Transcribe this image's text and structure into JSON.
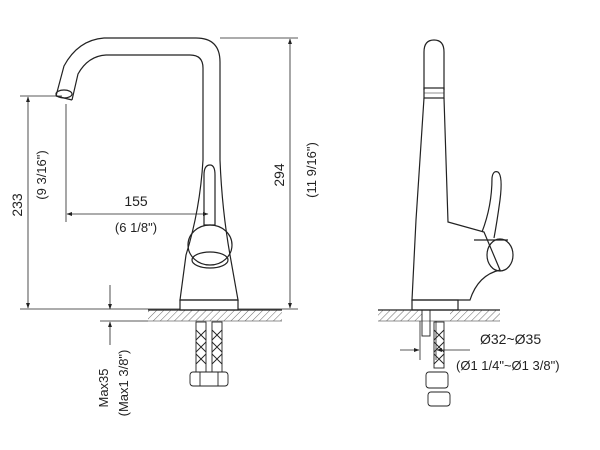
{
  "front_view": {
    "dim_height_spout": {
      "mm": "233",
      "inch": "(9 3/16\")"
    },
    "dim_reach": {
      "mm": "155",
      "inch": "(6 1/8\")"
    },
    "dim_total_height": {
      "mm": "294",
      "inch": "(11 9/16\")"
    },
    "dim_deck_thickness": {
      "mm": "Max35",
      "inch": "(Max1 3/8\")"
    }
  },
  "side_view": {
    "dim_hole": {
      "mm": "Ø32~Ø35",
      "inch": "(Ø1 1/4\"~Ø1 3/8\")"
    }
  }
}
